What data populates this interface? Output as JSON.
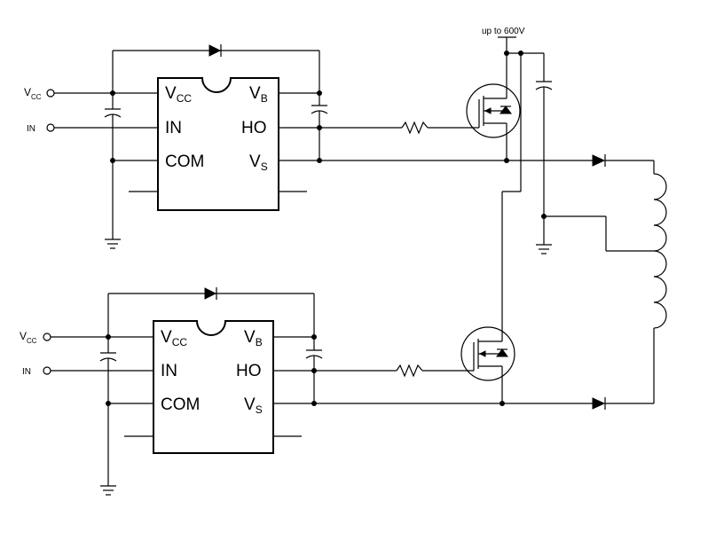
{
  "top_label": "up to  600V",
  "drivers": [
    {
      "ext_vcc_main": "V",
      "ext_vcc_sub": "CC",
      "ext_in": "IN",
      "pin_vcc_main": "V",
      "pin_vcc_sub": "CC",
      "pin_in": "IN",
      "pin_com": "COM",
      "pin_vb_main": "V",
      "pin_vb_sub": "B",
      "pin_ho": "HO",
      "pin_vs_main": "V",
      "pin_vs_sub": "S"
    },
    {
      "ext_vcc_main": "V",
      "ext_vcc_sub": "CC",
      "ext_in": "IN",
      "pin_vcc_main": "V",
      "pin_vcc_sub": "CC",
      "pin_in": "IN",
      "pin_com": "COM",
      "pin_vb_main": "V",
      "pin_vb_sub": "B",
      "pin_ho": "HO",
      "pin_vs_main": "V",
      "pin_vs_sub": "S"
    }
  ]
}
